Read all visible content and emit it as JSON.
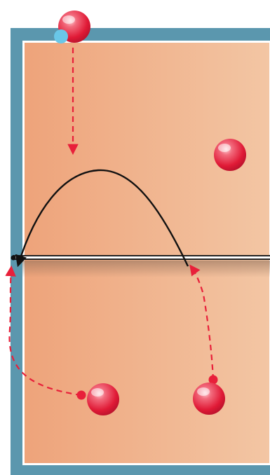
{
  "diagram": {
    "colors": {
      "page_background": "#ffffff",
      "court_border": "#5b97ae",
      "court_surface_left": "#eea37a",
      "court_surface_right": "#f3c6a4",
      "court_lines": "#ffffff",
      "net": "#222222",
      "player": "#e8203a",
      "player_highlight": "#ffb3bd",
      "ball": "#69c7e8",
      "dashed_path": "#e8203a",
      "ball_trajectory": "#111111"
    },
    "players": [
      {
        "id": "top-server",
        "icon": "player-ball-icon"
      },
      {
        "id": "right-upper",
        "icon": "player-ball-icon"
      },
      {
        "id": "bottom-left",
        "icon": "player-ball-icon"
      },
      {
        "id": "bottom-right",
        "icon": "player-ball-icon"
      }
    ],
    "ball": {
      "icon": "volleyball-icon"
    },
    "movement_paths": [
      {
        "id": "server-to-front",
        "style": "dashed"
      },
      {
        "id": "bottom-left-to-net",
        "style": "dashed"
      },
      {
        "id": "bottom-right-to-net",
        "style": "dashed"
      }
    ],
    "ball_path": {
      "id": "set-arc",
      "style": "solid"
    }
  }
}
